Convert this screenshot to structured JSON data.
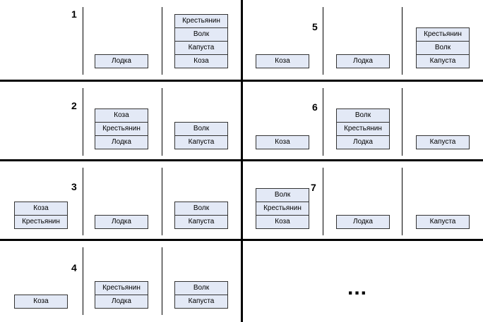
{
  "cells": [
    {
      "number": "1",
      "columns": [
        [],
        [
          "Лодка"
        ],
        [
          "Крестьянин",
          "Волк",
          "Капуста",
          "Коза"
        ]
      ]
    },
    {
      "number": "2",
      "columns": [
        [],
        [
          "Коза",
          "Крестьянин",
          "Лодка"
        ],
        [
          "Волк",
          "Капуста"
        ]
      ]
    },
    {
      "number": "3",
      "columns": [
        [
          "Коза",
          "Крестьянин"
        ],
        [
          "Лодка"
        ],
        [
          "Волк",
          "Капуста"
        ]
      ]
    },
    {
      "number": "4",
      "columns": [
        [
          "Коза"
        ],
        [
          "Крестьянин",
          "Лодка"
        ],
        [
          "Волк",
          "Капуста"
        ]
      ]
    },
    {
      "number": "5",
      "columns": [
        [
          "Коза"
        ],
        [
          "Лодка"
        ],
        [
          "Крестьянин",
          "Волк",
          "Капуста"
        ]
      ]
    },
    {
      "number": "6",
      "columns": [
        [
          "Коза"
        ],
        [
          "Волк",
          "Крестьянин",
          "Лодка"
        ],
        [
          "Капуста"
        ]
      ]
    },
    {
      "number": "7",
      "columns": [
        [
          "Волк",
          "Крестьянин",
          "Коза"
        ],
        [
          "Лодка"
        ],
        [
          "Капуста"
        ]
      ]
    }
  ],
  "ellipsis": "..."
}
